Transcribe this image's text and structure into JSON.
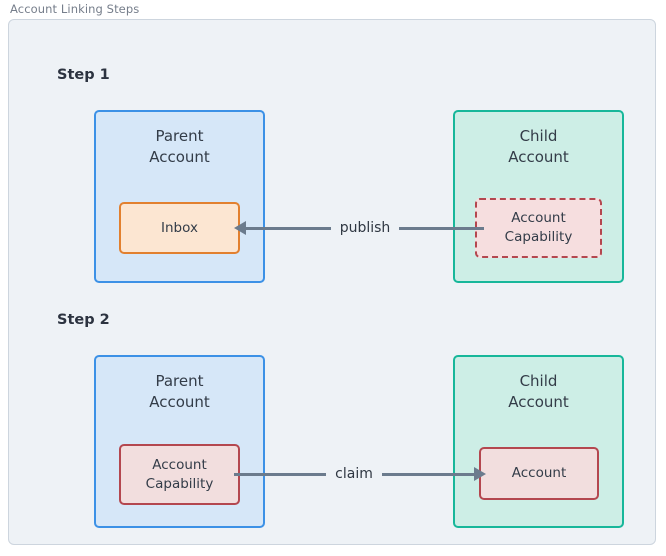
{
  "figure": {
    "title": "Account Linking Steps"
  },
  "steps": [
    {
      "label": "Step 1",
      "left_box": {
        "title": "Parent\nAccount",
        "inner": {
          "label": "Inbox"
        }
      },
      "right_box": {
        "title": "Child\nAccount",
        "inner": {
          "label": "Account\nCapability"
        }
      },
      "connector": {
        "label": "publish",
        "direction": "left"
      }
    },
    {
      "label": "Step 2",
      "left_box": {
        "title": "Parent\nAccount",
        "inner": {
          "label": "Account\nCapability"
        }
      },
      "right_box": {
        "title": "Child\nAccount",
        "inner": {
          "label": "Account"
        }
      },
      "connector": {
        "label": "claim",
        "direction": "right"
      }
    }
  ],
  "colors": {
    "page_background": "#ffffff",
    "frame_background": "#eef2f6",
    "frame_border": "#cdd5de",
    "caption_text": "#767e8b",
    "step_label_text": "#2c3340",
    "parent_fill": "#d6e7f8",
    "parent_border": "#3c91e6",
    "child_fill": "#cdeee6",
    "child_border": "#17b79a",
    "inbox_fill": "#fce6d2",
    "inbox_border": "#e2802f",
    "capability_fill": "#f6dedf",
    "capability_border": "#b4474f",
    "connector": "#6b7b8d",
    "box_text": "#333c48"
  }
}
